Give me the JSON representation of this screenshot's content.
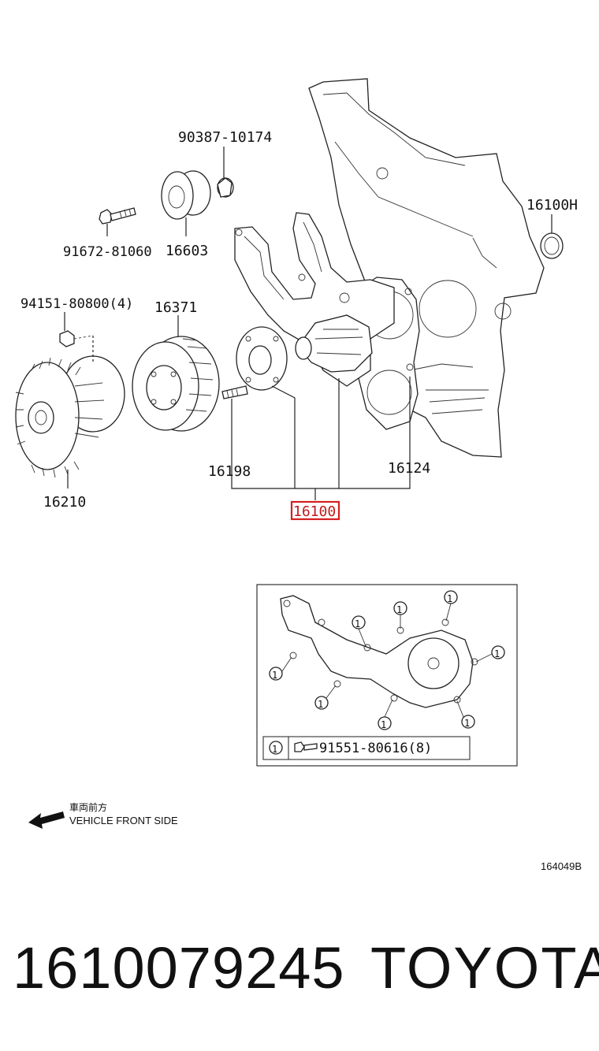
{
  "labels": {
    "p_90387": "90387-10174",
    "p_16100H": "16100H",
    "p_91672": "91672-81060",
    "p_16603": "16603",
    "p_94151": "94151-80800(4)",
    "p_16371": "16371",
    "p_16198": "16198",
    "p_16124": "16124",
    "p_16210": "16210",
    "p_16100": "16100"
  },
  "inset": {
    "callout_mark": "1",
    "legend_mark": "1",
    "legend_part": "91551-80616(8)"
  },
  "front_legend": {
    "chinese": "車両前方",
    "english": "VEHICLE FRONT SIDE"
  },
  "ref_code": "164049B",
  "footer": {
    "part_number": "1610079245",
    "brand": "TOYOTA"
  },
  "colors": {
    "highlight": "#d42020",
    "line": "#222222"
  }
}
